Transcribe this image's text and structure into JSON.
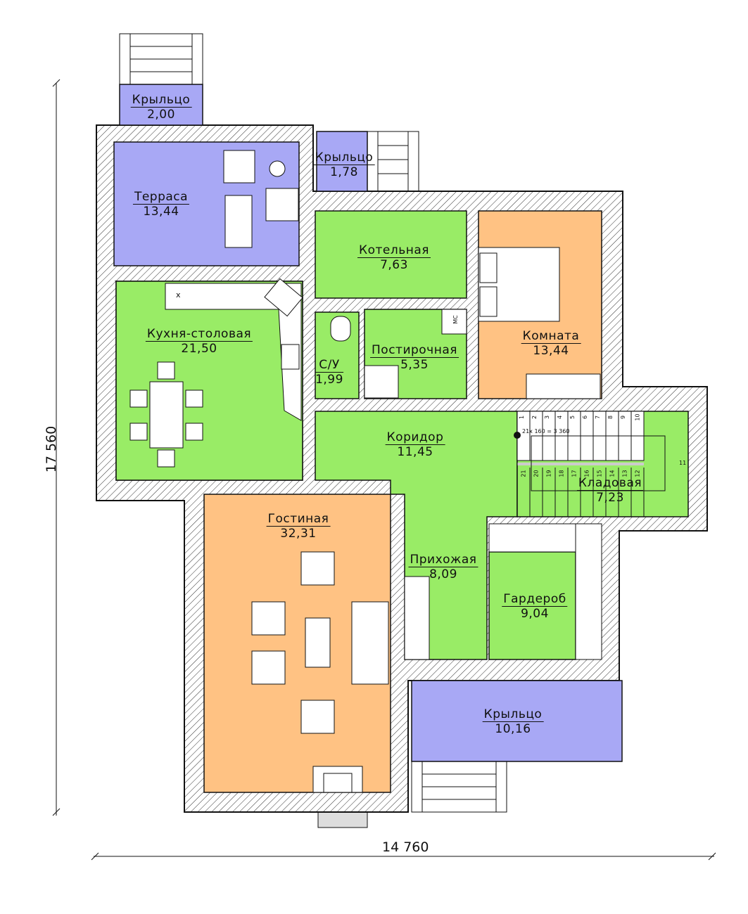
{
  "colors": {
    "terrace": "#a8a8f5",
    "living": "#99ec66",
    "bedroom": "#ffc283",
    "wall_hatch": "#ffffff"
  },
  "rooms": [
    {
      "name": "Крыльцо",
      "area": "2,00",
      "type": "terrace"
    },
    {
      "name": "Терраса",
      "area": "13,44",
      "type": "terrace"
    },
    {
      "name": "Крыльцо",
      "area": "1,78",
      "type": "terrace"
    },
    {
      "name": "Котельная",
      "area": "7,63",
      "type": "living"
    },
    {
      "name": "Комната",
      "area": "13,44",
      "type": "bedroom"
    },
    {
      "name": "Кухня-столовая",
      "area": "21,50",
      "type": "living"
    },
    {
      "name": "С/У",
      "area": "1,99",
      "type": "living"
    },
    {
      "name": "Постирочная",
      "area": "5,35",
      "type": "living"
    },
    {
      "name": "Коридор",
      "area": "11,45",
      "type": "living"
    },
    {
      "name": "Кладовая",
      "area": "7,23",
      "type": "living"
    },
    {
      "name": "Гостиная",
      "area": "32,31",
      "type": "bedroom"
    },
    {
      "name": "Прихожая",
      "area": "8,09",
      "type": "living"
    },
    {
      "name": "Гардероб",
      "area": "9,04",
      "type": "living"
    },
    {
      "name": "Крыльцо",
      "area": "10,16",
      "type": "terrace"
    }
  ],
  "dimensions": {
    "height": "17 560",
    "width": "14 760"
  },
  "stairs": {
    "formula": "21x 160 = 3 360",
    "steps_top": [
      "1",
      "2",
      "3",
      "4",
      "5",
      "6",
      "7",
      "8",
      "9",
      "10"
    ],
    "landing": "11",
    "steps_bottom": [
      "21",
      "20",
      "19",
      "18",
      "17",
      "16",
      "15",
      "14",
      "13",
      "12"
    ]
  },
  "fixtures": {
    "boiler_label": "МС",
    "stove_mark": "x"
  }
}
